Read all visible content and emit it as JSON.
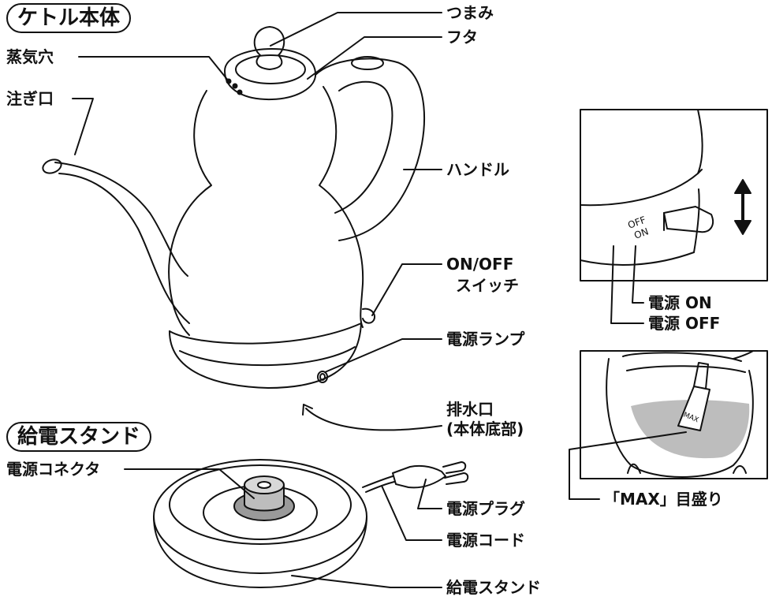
{
  "sections": {
    "kettle_body": "ケトル本体",
    "power_stand": "給電スタンド"
  },
  "labels": {
    "knob": "つまみ",
    "lid": "フタ",
    "steam_hole": "蒸気穴",
    "spout": "注ぎ口",
    "handle": "ハンドル",
    "switch_line1": "ON/OFF",
    "switch_line2": "スイッチ",
    "power_lamp": "電源ランプ",
    "drain_line1": "排水口",
    "drain_line2": "(本体底部)",
    "connector": "電源コネクタ",
    "plug": "電源プラグ",
    "cord": "電源コード",
    "stand": "給電スタンド",
    "power_on": "電源 ON",
    "power_off": "電源 OFF",
    "max_mark": "「MAX」目盛り"
  },
  "inset_switch": {
    "off_text": "OFF",
    "on_text": "ON"
  },
  "inset_water": {
    "max_text": "MAX"
  },
  "icons": {
    "switch_direction": "double-arrow-vertical-icon",
    "drain_pointer": "curved-arrow-icon"
  },
  "colors": {
    "ink": "#111111",
    "fill_gray": "#bdbdbd",
    "connector_gray": "#9a9a9a"
  }
}
